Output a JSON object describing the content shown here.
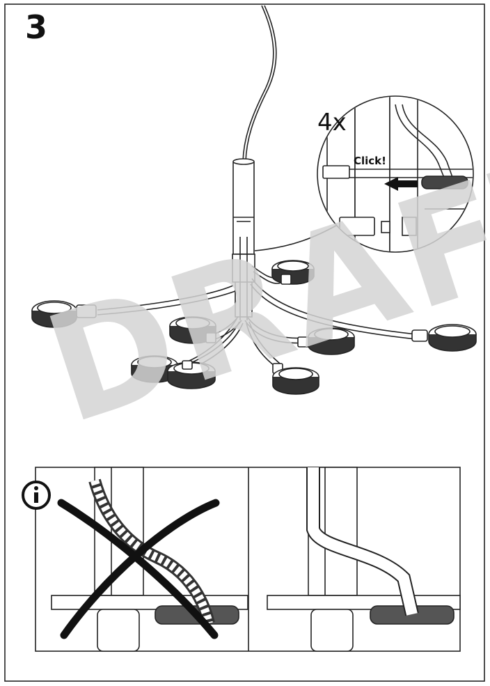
{
  "step": {
    "number": "3"
  },
  "detail": {
    "count": "4x",
    "click_label": "Click!"
  },
  "watermark": {
    "text": "DRAFT"
  },
  "icons": {
    "info": "info-icon",
    "arrow": "push-arrow-icon",
    "cross": "wrong-cross-icon"
  }
}
